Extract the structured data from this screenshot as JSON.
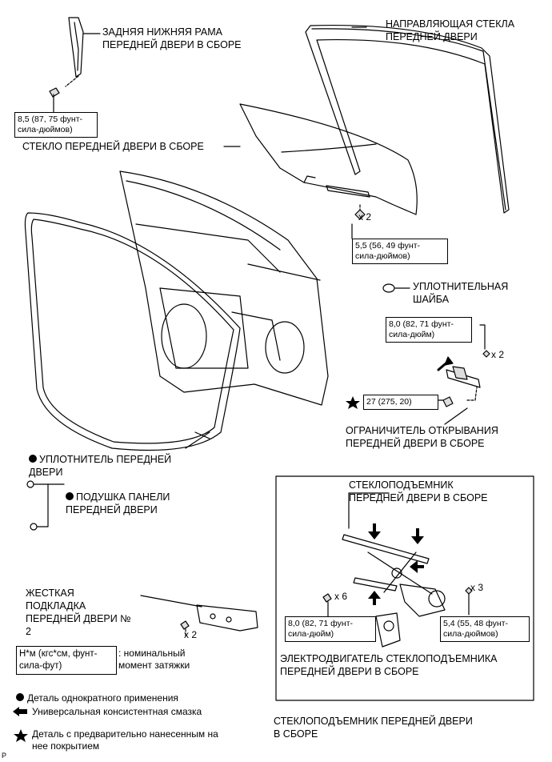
{
  "labels": {
    "rear_lower_frame": "ЗАДНЯЯ НИЖНЯЯ РАМА\nПЕРЕДНЕЙ ДВЕРИ В СБОРЕ",
    "glass_run": "НАПРАВЛЯЮЩАЯ СТЕКЛА\nПЕРЕДНЕЙ ДВЕРИ",
    "glass": "СТЕКЛО ПЕРЕДНЕЙ ДВЕРИ В СБОРЕ",
    "seal_washer": "УПЛОТНИТЕЛЬНАЯ\nШАЙБА",
    "door_check": "ОГРАНИЧИТЕЛЬ ОТКРЫВАНИЯ\nПЕРЕДНЕЙ ДВЕРИ В СБОРЕ",
    "weatherstrip": "УПЛОТНИТЕЛЬ ПЕРЕДНЕЙ\nДВЕРИ",
    "panel_cushion": "ПОДУШКА ПАНЕЛИ\nПЕРЕДНЕЙ ДВЕРИ",
    "regulator_inner": "СТЕКЛОПОДЪЕМНИК\nПЕРЕДНЕЙ ДВЕРИ В СБОРЕ",
    "motor": "ЭЛЕКТРОДВИГАТЕЛЬ СТЕКЛОПОДЪЕМНИКА\nПЕРЕДНЕЙ ДВЕРИ В СБОРЕ",
    "regulator_outer": "СТЕКЛОПОДЪЕМНИК ПЕРЕДНЕЙ ДВЕРИ\nВ СБОРЕ",
    "stiffener": "ЖЕСТКАЯ\nПОДКЛАДКА\nПЕРЕДНЕЙ ДВЕРИ №\n2"
  },
  "torques": {
    "t1": "8,5 (87, 75 фунт-\nсила-дюймов)",
    "t2": "5,5 (56, 49 фунт-\nсила-дюймов)",
    "t3": "8,0 (82, 71 фунт-\nсила-дюйм)",
    "t4": "27 (275, 20)",
    "t5": "8,0 (82, 71 фунт-\nсила-дюйм)",
    "t6": "5,4 (55, 48 фунт-\nсила-дюймов)"
  },
  "quantities": {
    "q_glass": "x 2",
    "q_check": "x 2",
    "q_reg_bolt": "x 6",
    "q_reg_nut": "x 3",
    "q_stiffener": "x 2"
  },
  "legend": {
    "torque_box": "Н*м (кгс*см, фунт-\nсила-фут)",
    "torque_text": ": номинальный\nмомент затяжки",
    "single_use": "Деталь однократного применения",
    "grease": "Универсальная консистентная смазка",
    "precoated": "Деталь с предварительно нанесенным на\nнее покрытием"
  },
  "footer": {
    "code": "P"
  }
}
